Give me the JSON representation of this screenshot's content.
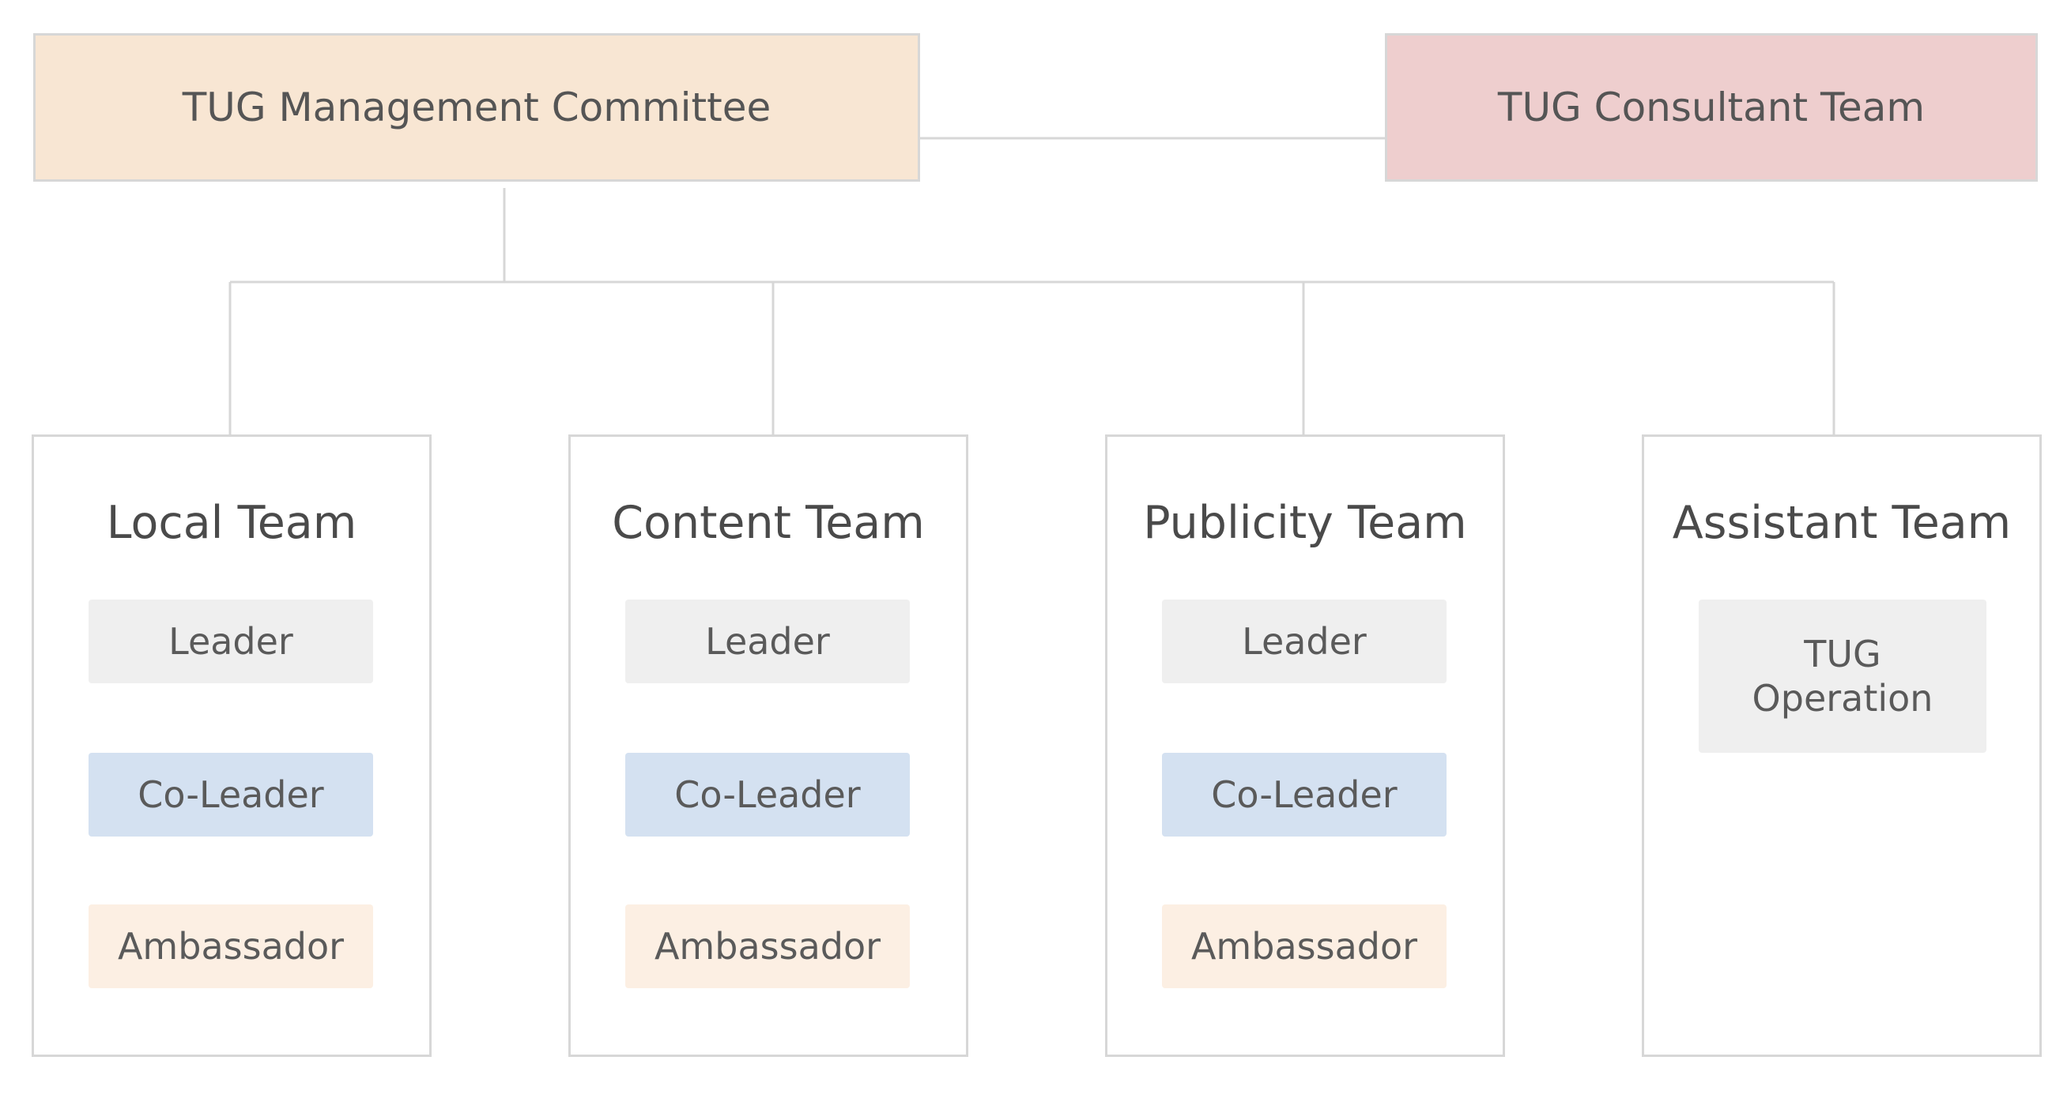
{
  "top_nodes": {
    "management": "TUG Management Committee",
    "consultant": "TUG Consultant Team"
  },
  "teams": [
    {
      "title": "Local Team",
      "roles": [
        "Leader",
        "Co-Leader",
        "Ambassador"
      ]
    },
    {
      "title": "Content Team",
      "roles": [
        "Leader",
        "Co-Leader",
        "Ambassador"
      ]
    },
    {
      "title": "Publicity Team",
      "roles": [
        "Leader",
        "Co-Leader",
        "Ambassador"
      ]
    },
    {
      "title": "Assistant Team",
      "roles": [
        "TUG Operation"
      ]
    }
  ],
  "colors": {
    "management_fill": "#f8e6d3",
    "consultant_fill": "#eecece",
    "leader_fill": "#efefef",
    "coleader_fill": "#d4e1f1",
    "ambassador_fill": "#fcefe3",
    "connector_line": "#d7d7d7"
  }
}
